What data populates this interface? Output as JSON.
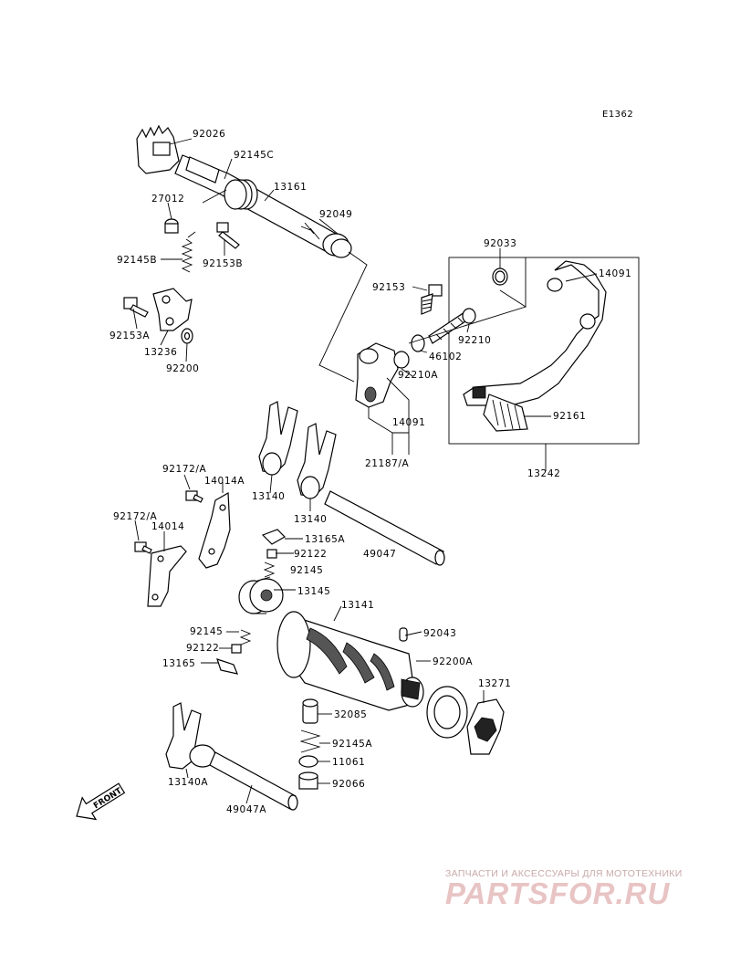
{
  "diagram_code": "E1362",
  "watermark": {
    "tagline": "ЗАПЧАСТИ И АКСЕССУАРЫ ДЛЯ МОТОТЕХНИКИ",
    "brand": "PARTSFOR.RU"
  },
  "front_arrow": "FRONT",
  "labels": {
    "p92026": "92026",
    "p92145C": "92145C",
    "p13161": "13161",
    "p27012": "27012",
    "p92049": "92049",
    "p92145B": "92145B",
    "p92153B": "92153B",
    "p92033": "92033",
    "p14091_top": "14091",
    "p92153": "92153",
    "p92153A": "92153A",
    "p13236": "13236",
    "p92200": "92200",
    "p92210": "92210",
    "p46102": "46102",
    "p92210A": "92210A",
    "p14091_mid": "14091",
    "p92161": "92161",
    "p21187A": "21187/A",
    "p13242": "13242",
    "p92172A_1": "92172/A",
    "p14014A": "14014A",
    "p13140_1": "13140",
    "p13140_2": "13140",
    "p92172A_2": "92172/A",
    "p14014": "14014",
    "p13165A": "13165A",
    "p92122_1": "92122",
    "p49047": "49047",
    "p92145_1": "92145",
    "p13145": "13145",
    "p13141": "13141",
    "p92145_2": "92145",
    "p92043": "92043",
    "p92122_2": "92122",
    "p92200A": "92200A",
    "p13165": "13165",
    "p13271": "13271",
    "p32085": "32085",
    "p92145A": "92145A",
    "p11061": "11061",
    "p92066": "92066",
    "p13140A": "13140A",
    "p49047A": "49047A"
  }
}
